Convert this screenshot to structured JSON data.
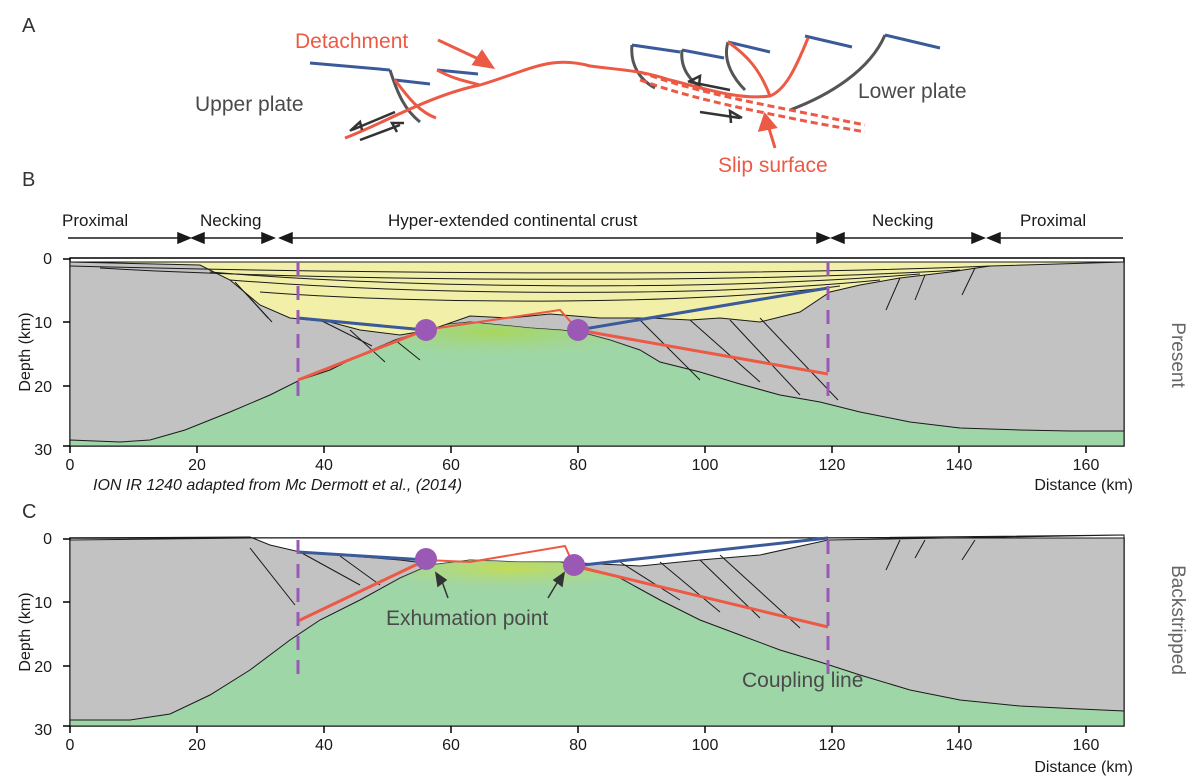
{
  "panels": {
    "a": {
      "letter": "A",
      "detachment": "Detachment",
      "upper_plate": "Upper plate",
      "lower_plate": "Lower plate",
      "slip_surface": "Slip surface"
    },
    "b": {
      "letter": "B",
      "zones": [
        "Proximal",
        "Necking",
        "Hyper-extended continental crust",
        "Necking",
        "Proximal"
      ],
      "ylabel": "Depth (km)",
      "yticks": [
        "0",
        "10",
        "20",
        "30"
      ],
      "xticks": [
        "0",
        "20",
        "40",
        "60",
        "80",
        "100",
        "120",
        "140",
        "160"
      ],
      "xlabel": "Distance (km)",
      "caption": "ION IR 1240 adapted from Mc Dermott et al., (2014)",
      "side_label": "Present"
    },
    "c": {
      "letter": "C",
      "ylabel": "Depth (km)",
      "yticks": [
        "0",
        "10",
        "20",
        "30"
      ],
      "xticks": [
        "0",
        "20",
        "40",
        "60",
        "80",
        "100",
        "120",
        "140",
        "160"
      ],
      "xlabel": "Distance (km)",
      "exhumation_point": "Exhumation point",
      "coupling_line": "Coupling line",
      "side_label": "Backstripped"
    }
  },
  "colors": {
    "sediment": "#f2f0a8",
    "crust": "#c2c2c2",
    "mantle": "#9fd6a8",
    "detachment_red": "#ec5a45",
    "blue_line": "#3b5a9a",
    "purple": "#9b59b6"
  }
}
